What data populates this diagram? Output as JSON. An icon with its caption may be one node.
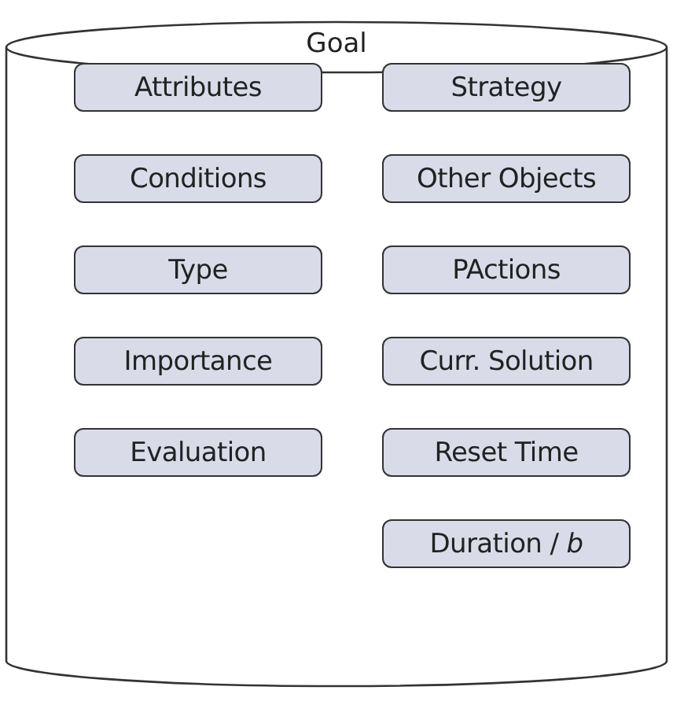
{
  "diagram": {
    "nodes": [
      {
        "text": [
          "Goal"
        ]
      },
      {
        "text": [
          "Attributes"
        ],
        "in": 0
      },
      {
        "text": [
          "Strategy"
        ],
        "in": 0
      },
      {
        "text": [
          "Conditions"
        ],
        "in": 0
      },
      {
        "text": [
          "Other Objects"
        ],
        "in": 0
      },
      {
        "text": [
          "Type"
        ],
        "in": 0
      },
      {
        "text": [
          "PActions"
        ],
        "in": 0
      },
      {
        "text": [
          "Importance"
        ],
        "in": 0
      },
      {
        "text": [
          "Curr. Solution"
        ],
        "in": 0
      },
      {
        "text": [
          "Evaluation"
        ],
        "in": 0
      },
      {
        "text": [
          "Reset Time"
        ],
        "in": 0
      },
      {
        "text": [
          "Duration / *b*"
        ],
        "in": 0
      }
    ]
  }
}
